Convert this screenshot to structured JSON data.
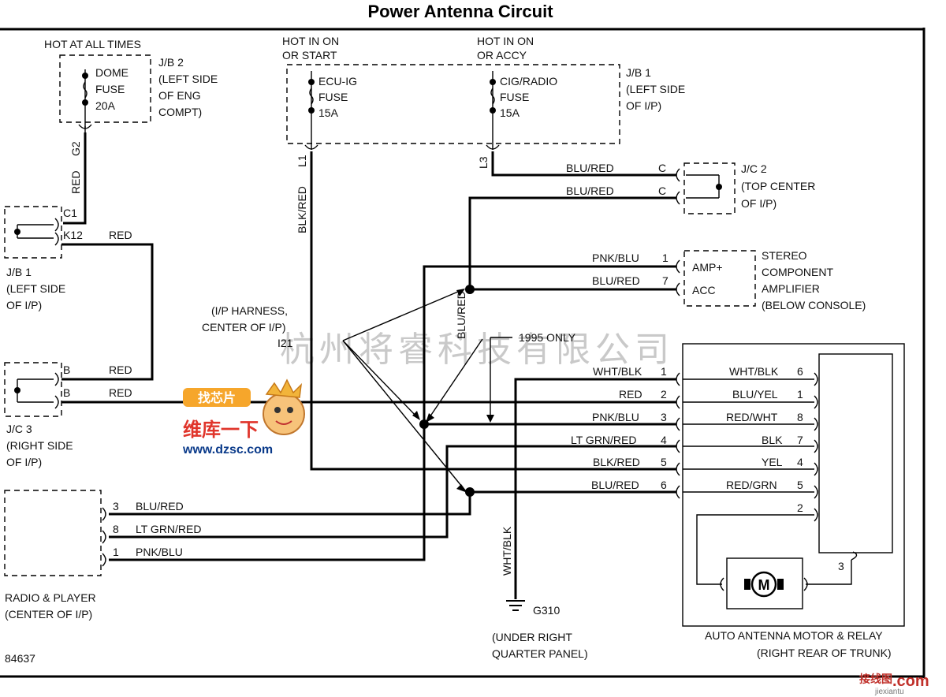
{
  "title": "Power Antenna Circuit",
  "figure_id": "84637",
  "watermark": "杭州将睿科技有限公司",
  "badge": {
    "line1": "维库一下",
    "url": "www.dzsc.com"
  },
  "corner_logo": {
    "name": "接线图",
    "domain": ".com",
    "sub": "jiexiantu"
  },
  "jb2": {
    "hot": "HOT AT ALL TIMES",
    "fuse": [
      "DOME",
      "FUSE",
      "20A"
    ],
    "loc": [
      "J/B 2",
      "(LEFT SIDE",
      "OF ENG",
      "COMPT)"
    ],
    "pin": "G2",
    "wire": "RED"
  },
  "jb1_top": {
    "hot1": [
      "HOT IN ON",
      "OR START"
    ],
    "hot2": [
      "HOT IN ON",
      "OR ACCY"
    ],
    "fuse1": [
      "ECU-IG",
      "FUSE",
      "15A"
    ],
    "fuse2": [
      "CIG/RADIO",
      "FUSE",
      "15A"
    ],
    "loc": [
      "J/B 1",
      "(LEFT SIDE",
      "OF I/P)"
    ],
    "pin1": "L1",
    "pin2": "L3",
    "wire1": "BLK/RED"
  },
  "jc2": {
    "loc": [
      "J/C 2",
      "(TOP CENTER",
      "OF I/P)"
    ],
    "pin": "C",
    "wire": "BLU/RED"
  },
  "jb1_left": {
    "pins": [
      "C1",
      "K12"
    ],
    "wire": "RED",
    "loc": [
      "J/B 1",
      "(LEFT SIDE",
      "OF I/P)"
    ]
  },
  "jc3": {
    "pin": "B",
    "wire": "RED",
    "loc": [
      "J/C 3",
      "(RIGHT SIDE",
      "OF I/P)"
    ]
  },
  "harness": {
    "label": [
      "(I/P HARNESS,",
      "CENTER OF I/P)"
    ],
    "id": "I21",
    "note": "1995 ONLY",
    "wire": "BLU/RED"
  },
  "stereo": {
    "pins": [
      {
        "num": "1",
        "wire": "PNK/BLU",
        "label": "AMP+"
      },
      {
        "num": "7",
        "wire": "BLU/RED",
        "label": "ACC"
      }
    ],
    "loc": [
      "STEREO",
      "COMPONENT",
      "AMPLIFIER",
      "(BELOW CONSOLE)"
    ]
  },
  "antenna_left": [
    {
      "wire": "WHT/BLK",
      "num": "1"
    },
    {
      "wire": "RED",
      "num": "2"
    },
    {
      "wire": "PNK/BLU",
      "num": "3"
    },
    {
      "wire": "LT GRN/RED",
      "num": "4"
    },
    {
      "wire": "BLK/RED",
      "num": "5"
    },
    {
      "wire": "BLU/RED",
      "num": "6"
    }
  ],
  "antenna_inner": [
    {
      "wire": "WHT/BLK",
      "num": "6"
    },
    {
      "wire": "BLU/YEL",
      "num": "1"
    },
    {
      "wire": "RED/WHT",
      "num": "8"
    },
    {
      "wire": "BLK",
      "num": "7"
    },
    {
      "wire": "YEL",
      "num": "4"
    },
    {
      "wire": "RED/GRN",
      "num": "5"
    },
    {
      "wire": "",
      "num": "2"
    }
  ],
  "antenna": {
    "motor": "M",
    "pin3": "3",
    "loc": [
      "AUTO ANTENNA MOTOR & RELAY",
      "(RIGHT REAR OF TRUNK)"
    ]
  },
  "radio": {
    "pins": [
      {
        "num": "3",
        "wire": "BLU/RED"
      },
      {
        "num": "8",
        "wire": "LT GRN/RED"
      },
      {
        "num": "1",
        "wire": "PNK/BLU"
      }
    ],
    "loc": [
      "RADIO & PLAYER",
      "(CENTER OF I/P)"
    ]
  },
  "ground": {
    "id": "G310",
    "wire": "WHT/BLK",
    "loc": [
      "(UNDER RIGHT",
      "QUARTER PANEL)"
    ]
  }
}
